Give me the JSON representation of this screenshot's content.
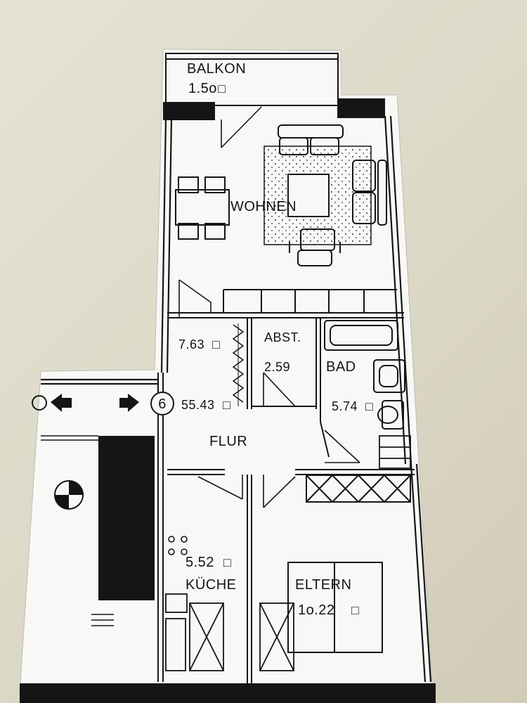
{
  "plan": {
    "rooms": [
      {
        "key": "balkon",
        "name": "BALKON",
        "area": "1.5o"
      },
      {
        "key": "wohnen",
        "name": "WOHNEN",
        "area": "55.43"
      },
      {
        "key": "closet",
        "name": "",
        "area": "7.63"
      },
      {
        "key": "abst",
        "name": "ABST.",
        "area": "2.59"
      },
      {
        "key": "bad",
        "name": "BAD",
        "area": "5.74"
      },
      {
        "key": "flur",
        "name": "FLUR",
        "area": ""
      },
      {
        "key": "kueche",
        "name": "KÜCHE",
        "area": "5.52"
      },
      {
        "key": "eltern",
        "name": "ELTERN",
        "area": "1o.22"
      }
    ],
    "marker_number": "6",
    "area_box_symbol": "□",
    "colors": {
      "paper": "#f7f7f4",
      "ink": "#141414",
      "wall": "#1a1a1a",
      "background": "#dedac8"
    }
  }
}
